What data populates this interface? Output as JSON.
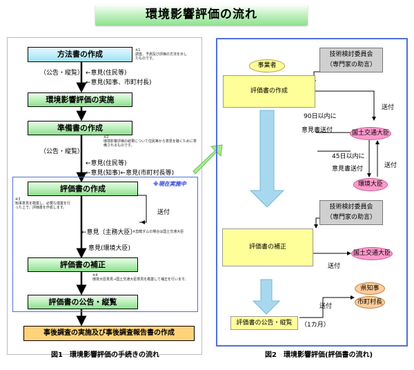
{
  "title": "環境影響評価の流れ",
  "fig1": {
    "caption": "図1　環境影響評価の手続きの流れ",
    "steps": [
      "方法書の作成",
      "環境影響評価の実施",
      "準備書の作成",
      "評価書の作成",
      "評価書の補正",
      "評価書の公告・縦覧",
      "事後調査の実施及び事後調査報告書の作成"
    ],
    "notes": {
      "n1": "※1\n調査、予測及び評価の方法を示したものです。",
      "n2": "※2\n環境影響評価の結果について住民等から意見を聴くために準備されるものです。",
      "n3": "※3\n知事意見を勘案し、必要な措置を行った上で、評価書を作成します。",
      "n4": "※4\n環境大臣意見→国土交通大臣意見を勘案して補正を行います。",
      "n_dam": "※直轄ダムの場合は国土交通大臣"
    },
    "labels": {
      "koukoku1": "（公告・縦覧）",
      "iken_jumin1": "←意見(住民等)",
      "iken_chiji1": "←意見(知事、市町村長)",
      "koukoku2": "（公告・縦覧）",
      "iken_jumin2": "←意見(住民等)",
      "iken_chiji2": "←意見(知事)←意見(市町村長等)",
      "genzai": "※現在実施中",
      "soufu": "送付",
      "iken_shumu": "←意見（主務大臣）",
      "iken_kankyo": "意見(環境大臣)"
    }
  },
  "fig2": {
    "caption": "図2　環境影響評価(評価書の流れ)",
    "jigyousha": "事業者",
    "committee1_line1": "技術検討委員会",
    "committee1_line2": "（専門家の助言）",
    "committee2_line1": "技術検討委員会",
    "committee2_line2": "（専門家の助言）",
    "sakusei": "評価書の作成",
    "hosei": "評価書の補正",
    "koukoku": "評価書の公告・縦覧",
    "ikkagetsu": "（1カ月）",
    "kokudo1": "国土交通大臣",
    "kankyo": "環境大臣",
    "kokudo2": "国土交通大臣",
    "chiji": "県知事",
    "shichouson": "市町村長",
    "soufu1": "送付",
    "days90": "90日以内に",
    "ikensho1": "意見書送付",
    "days45": "45日以内に",
    "ikensho2": "意見書送付",
    "soufu2": "送付",
    "soufu3": "送付",
    "soufu4": "送付"
  },
  "colors": {
    "blue_frame": "#4f6fd8",
    "green": "#8fe08f",
    "pink": "#ff99cc",
    "light_blue": "#a8d8ef",
    "yellow": "#ffff99"
  }
}
